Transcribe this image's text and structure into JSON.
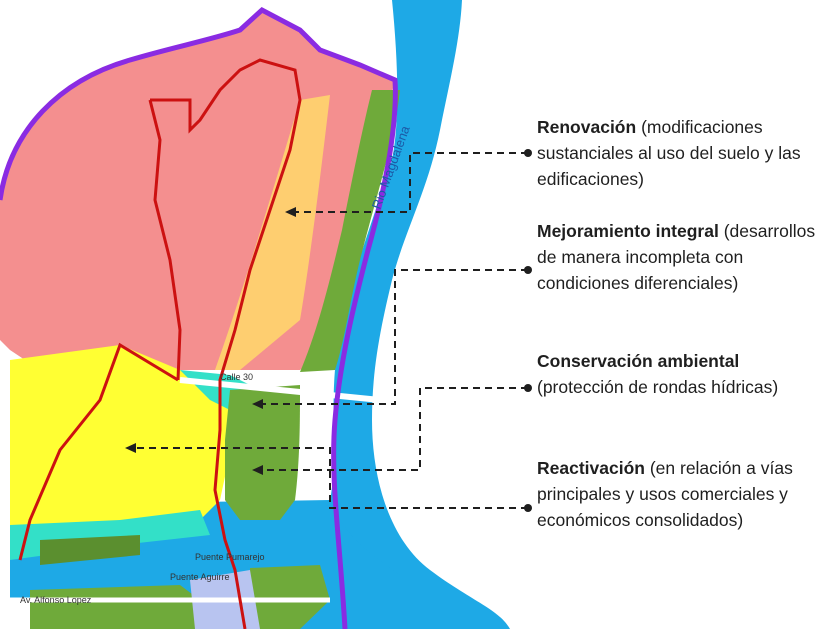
{
  "map": {
    "river_label": "Rio Magdalena",
    "bridge_label_1": "Puente Pumarejo",
    "bridge_label_2": "Puente Aguirre",
    "street_label": "Calle 30",
    "avenue_label": "Av. Alfonso Lopez",
    "colors": {
      "river": "#1ea9e6",
      "renovacion_zone": "#f48f8f",
      "mejoramiento_zone": "#ffff33",
      "conservacion_zone": "#6faa3a",
      "reactivacion_zone": "#ffd96b",
      "turquoise_zone": "#33e0c8",
      "lilac_zone": "#b8c4f0",
      "boundary_red": "#cc1111",
      "boundary_purple": "#8a2be2"
    }
  },
  "legend": [
    {
      "title": "Renovación",
      "desc": " (modificaciones sustanciales al uso del suelo y las edificaciones)"
    },
    {
      "title": "Mejoramiento integral",
      "desc": " (desarrollos de manera incompleta con condiciones diferenciales)"
    },
    {
      "title": "Conservación ambiental",
      "desc": " (protección de rondas hídricas)"
    },
    {
      "title": "Reactivación",
      "desc": " (en relación a vías principales y usos comerciales y económicos consolidados)"
    }
  ]
}
